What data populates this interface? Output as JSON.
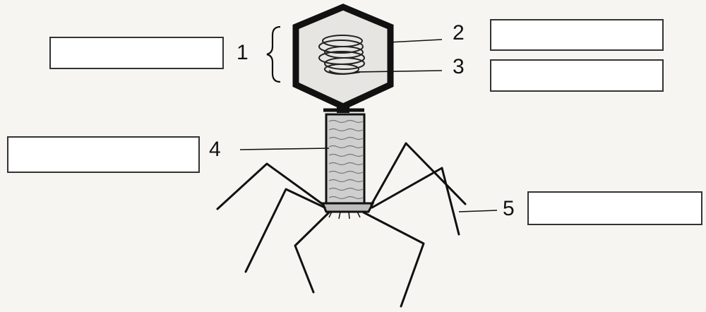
{
  "labels": {
    "one": "1",
    "two": "2",
    "three": "3",
    "four": "4",
    "five": "5"
  },
  "answer_boxes": {
    "one": "",
    "two": "",
    "three": "",
    "four": "",
    "five": ""
  },
  "colors": {
    "ink": "#111111",
    "paper": "#f6f5f1",
    "box_fill": "#ffffff",
    "box_border": "#333333",
    "head_fill": "#e6e5e1",
    "tail_fill": "#cfcfcf"
  }
}
